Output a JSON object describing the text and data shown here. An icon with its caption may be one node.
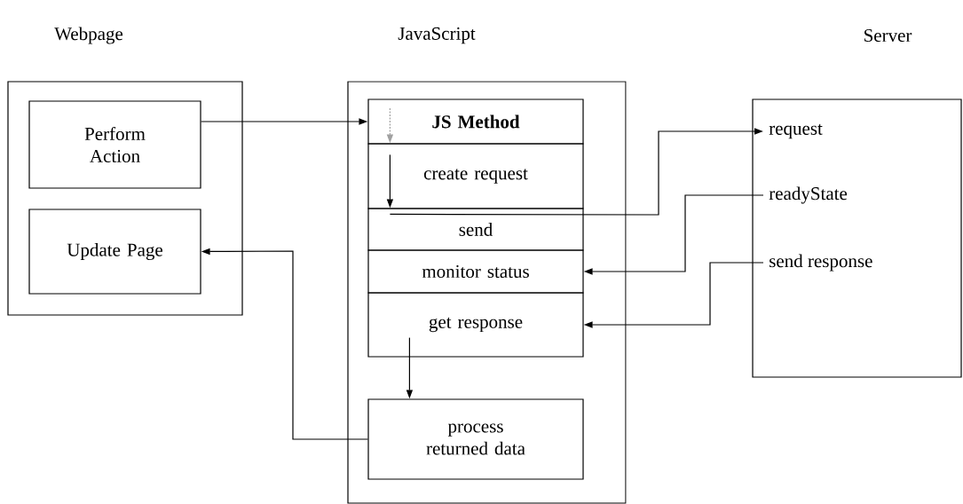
{
  "diagram": {
    "nodes": [
      {
        "text": [
          "Webpage"
        ]
      },
      {
        "text": [
          "Perform Action"
        ],
        "in": 0
      },
      {
        "text": [
          "Update Page"
        ],
        "in": 0
      },
      {
        "text": [
          "JavaScript"
        ]
      },
      {
        "text": [
          "JS Method"
        ],
        "in": 3
      },
      {
        "text": [
          "create request"
        ],
        "in": 3
      },
      {
        "text": [
          "send"
        ],
        "in": 3
      },
      {
        "text": [
          "monitor status"
        ],
        "in": 3
      },
      {
        "text": [
          "get response"
        ],
        "in": 3
      },
      {
        "text": [
          "process returned data"
        ],
        "in": 3
      },
      {
        "text": [
          "Server"
        ]
      },
      {
        "text": [
          "request"
        ],
        "in": 10
      },
      {
        "text": [
          "readyState"
        ],
        "in": 10
      },
      {
        "text": [
          "send response"
        ],
        "in": 10
      }
    ],
    "edges": [
      {
        "from": 1,
        "to": 4,
        "arrow": "to"
      },
      {
        "from": 4,
        "to": 5,
        "arrow": "to",
        "style": "dashed",
        "color": "#a0a0a0"
      },
      {
        "from": 5,
        "to": 6,
        "arrow": "to"
      },
      {
        "from": 6,
        "to": 11,
        "arrow": "to"
      },
      {
        "from": 12,
        "to": 7,
        "arrow": "to"
      },
      {
        "from": 13,
        "to": 8,
        "arrow": "to"
      },
      {
        "from": 8,
        "to": 9,
        "arrow": "to"
      },
      {
        "from": 9,
        "to": 2,
        "arrow": "to"
      }
    ]
  }
}
